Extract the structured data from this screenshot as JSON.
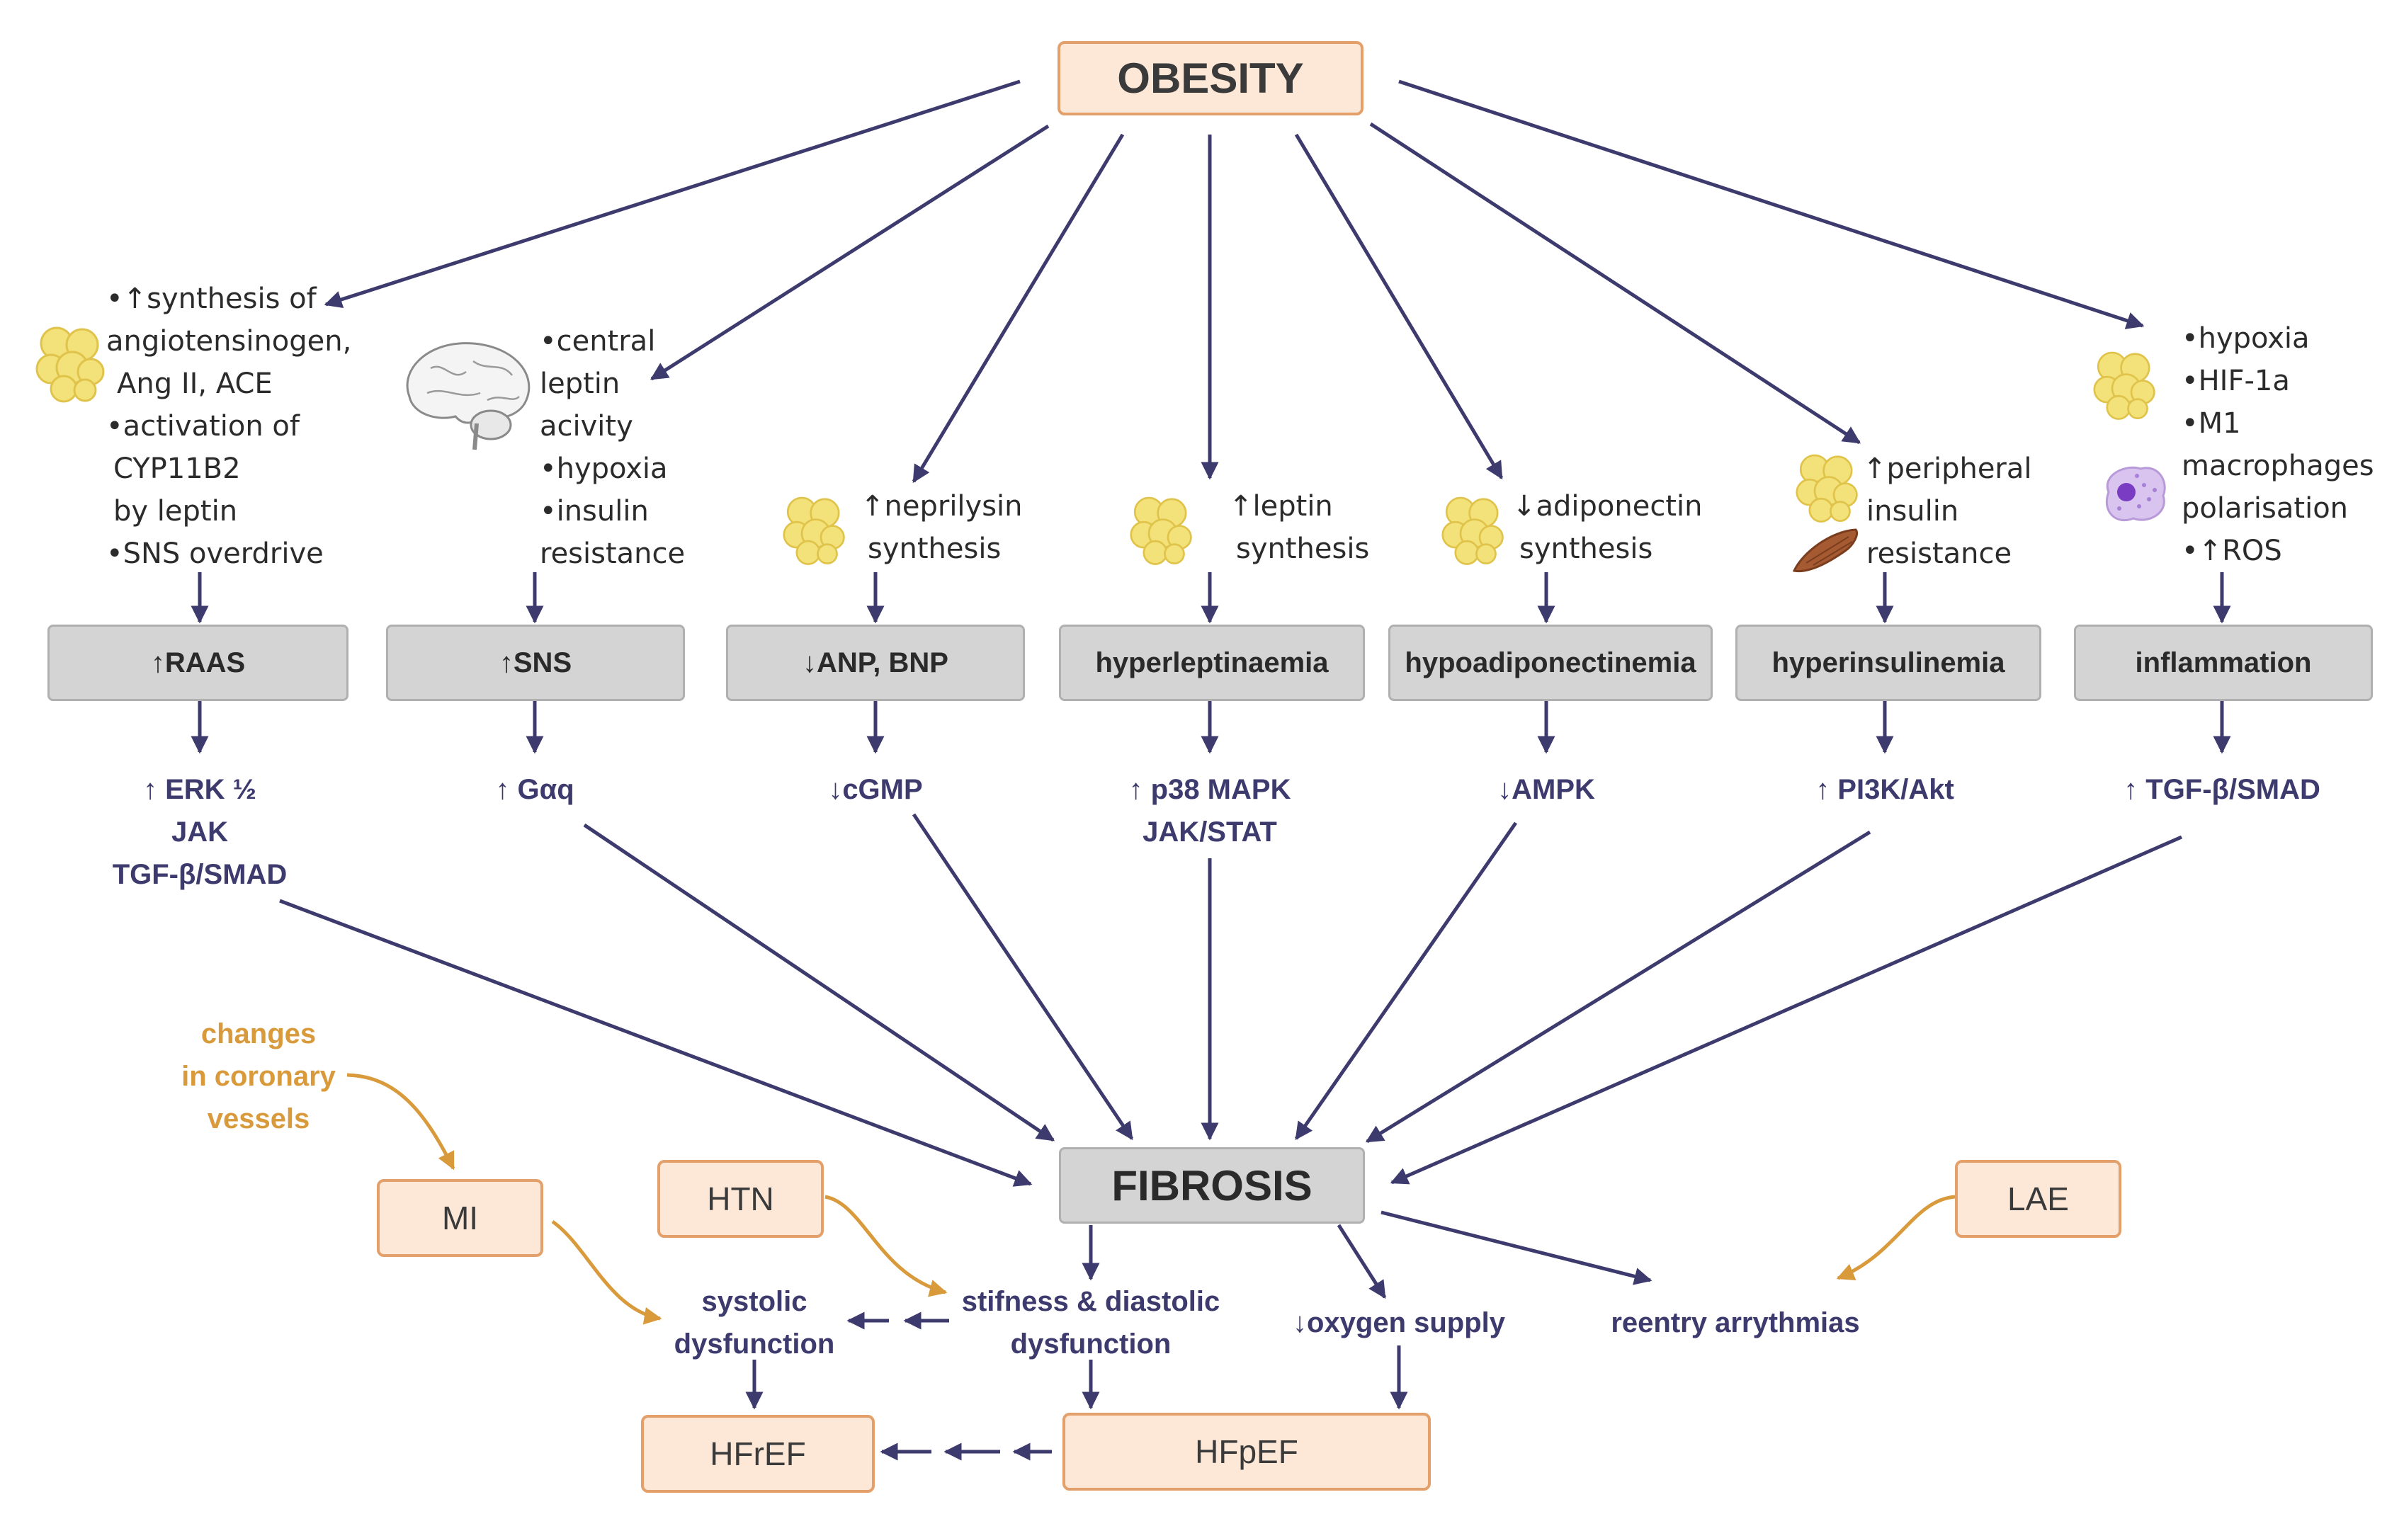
{
  "obesity": "OBESITY",
  "fibrosis": "FIBROSIS",
  "colors": {
    "navy": "#3d3a6e",
    "orange": "#d99a3c",
    "box_fill": "#fde8d8",
    "box_border": "#e3a06a",
    "grey": "#d4d4d4"
  },
  "columns": [
    {
      "desc": [
        "•↑synthesis of",
        "angiotensinogen,",
        "Ang II, ACE",
        "•activation of",
        "CYP11B2",
        "by leptin",
        "•SNS overdrive"
      ],
      "box": "↑RAAS",
      "signal": [
        "↑ ERK ½",
        "JAK",
        "TGF-β/SMAD"
      ],
      "icon": "adipocyte-icon"
    },
    {
      "desc": [
        "•central",
        "leptin",
        "acivity",
        "•hypoxia",
        "•insulin",
        "resistance"
      ],
      "box": "↑SNS",
      "signal": [
        "↑ Gαq"
      ],
      "icon": "brain-icon"
    },
    {
      "desc": [
        "↑neprilysin",
        "synthesis"
      ],
      "box": "↓ANP, BNP",
      "signal": [
        "↓cGMP"
      ],
      "icon": "adipocyte-icon"
    },
    {
      "desc": [
        "↑leptin",
        "synthesis"
      ],
      "box": "hyperleptinaemia",
      "signal": [
        "↑ p38 MAPK",
        "JAK/STAT"
      ],
      "icon": "adipocyte-icon"
    },
    {
      "desc": [
        "↓adiponectin",
        "synthesis"
      ],
      "box": "hypoadiponectinemia",
      "signal": [
        "↓AMPK"
      ],
      "icon": "adipocyte-icon"
    },
    {
      "desc": [
        "↑peripheral",
        "insulin",
        "resistance"
      ],
      "box": "hyperinsulinemia",
      "signal": [
        "↑ PI3K/Akt"
      ],
      "icon": "muscle-icon"
    },
    {
      "desc": [
        "•hypoxia",
        "•HIF-1a",
        "•M1",
        "macrophages",
        "polarisation",
        "•↑ROS"
      ],
      "box": "inflammation",
      "signal": [
        "↑ TGF-β/SMAD"
      ],
      "icon": "macrophage-icon"
    }
  ],
  "coronary": [
    "changes",
    "in coronary",
    "vessels"
  ],
  "mi": "MI",
  "htn": "HTN",
  "lae": "LAE",
  "systolic": [
    "systolic",
    "dysfunction"
  ],
  "stiffness": [
    "stifness & diastolic",
    "dysfunction"
  ],
  "oxygen": "↓oxygen supply",
  "reentry": "reentry arrythmias",
  "hfref": "HFrEF",
  "hfpef": "HFpEF"
}
